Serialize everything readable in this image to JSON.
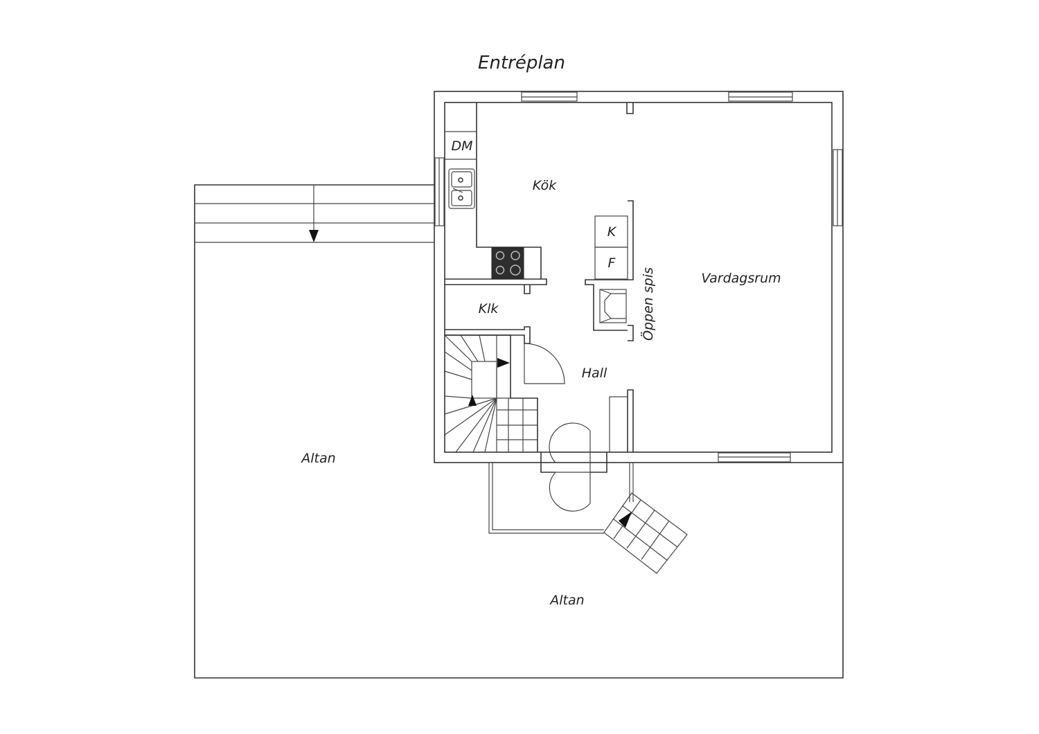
{
  "title": "Entréplan",
  "rooms": {
    "dm": "DM",
    "kok": "Kök",
    "k": "K",
    "f": "F",
    "oppen_spis": "Öppen spis",
    "vardagsrum": "Vardagsrum",
    "klk": "Klk",
    "hall": "Hall",
    "altan_left": "Altan",
    "altan_bottom": "Altan"
  },
  "colors": {
    "line": "#333333",
    "stove": "#333333",
    "background": "#ffffff"
  }
}
